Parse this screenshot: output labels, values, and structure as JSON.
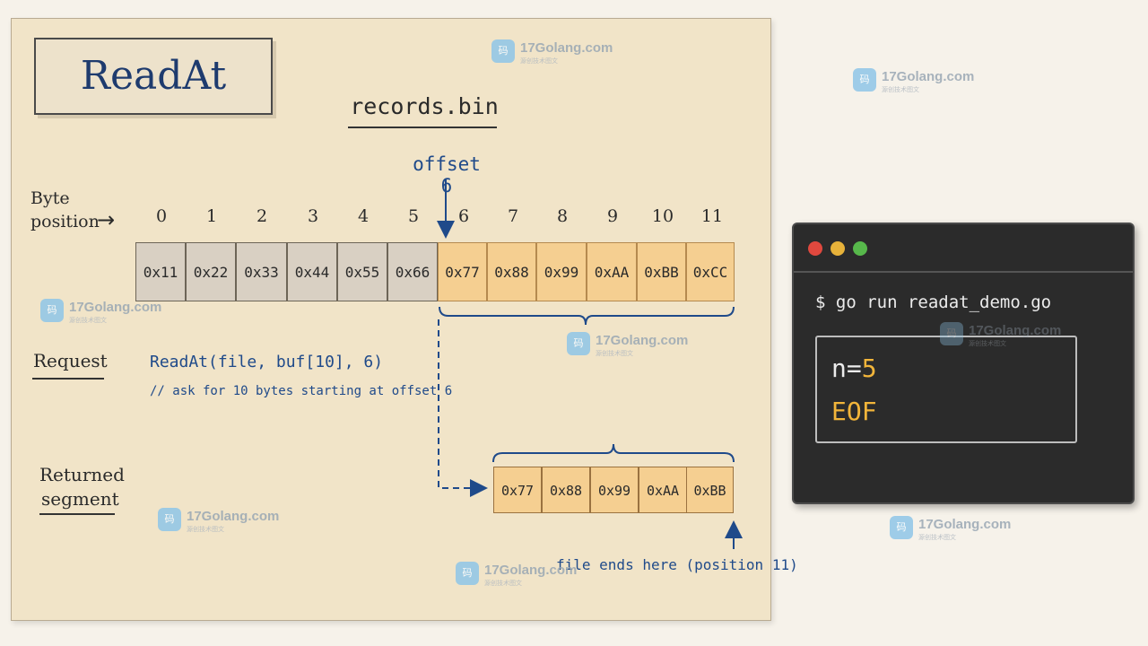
{
  "title": "ReadAt",
  "file_name": "records.bin",
  "offset_label": "offset 6",
  "byte_label_line1": "Byte",
  "byte_label_line2": "position",
  "positions": [
    "0",
    "1",
    "2",
    "3",
    "4",
    "5",
    "6",
    "7",
    "8",
    "9",
    "10",
    "11"
  ],
  "bytes": [
    "0x11",
    "0x22",
    "0x33",
    "0x44",
    "0x55",
    "0x66",
    "0x77",
    "0x88",
    "0x99",
    "0xAA",
    "0xBB",
    "0xCC"
  ],
  "request_label": "Request",
  "request_code": "ReadAt(file, buf[10], 6)",
  "request_comment": "// ask for 10 bytes starting at offset 6",
  "returned_label_line1": "Returned",
  "returned_label_line2": "segment",
  "returned_bytes": [
    "0x77",
    "0x88",
    "0x99",
    "0xAA",
    "0xBB"
  ],
  "file_ends_note": "file ends here (position 11)",
  "terminal": {
    "command": "$ go run readat_demo.go",
    "n_label": "n=",
    "n_value": "5",
    "eof": "EOF"
  },
  "watermark": {
    "text": "17Golang.com",
    "sub": "源创技术图文",
    "icon": "码"
  },
  "colors": {
    "card": "#f1e4c8",
    "highlight": "#f5cf91",
    "plain_byte": "#d9d0c3",
    "ink_blue": "#1f4a8a",
    "terminal_bg": "#2b2b2b",
    "terminal_accent": "#f2b53a"
  }
}
